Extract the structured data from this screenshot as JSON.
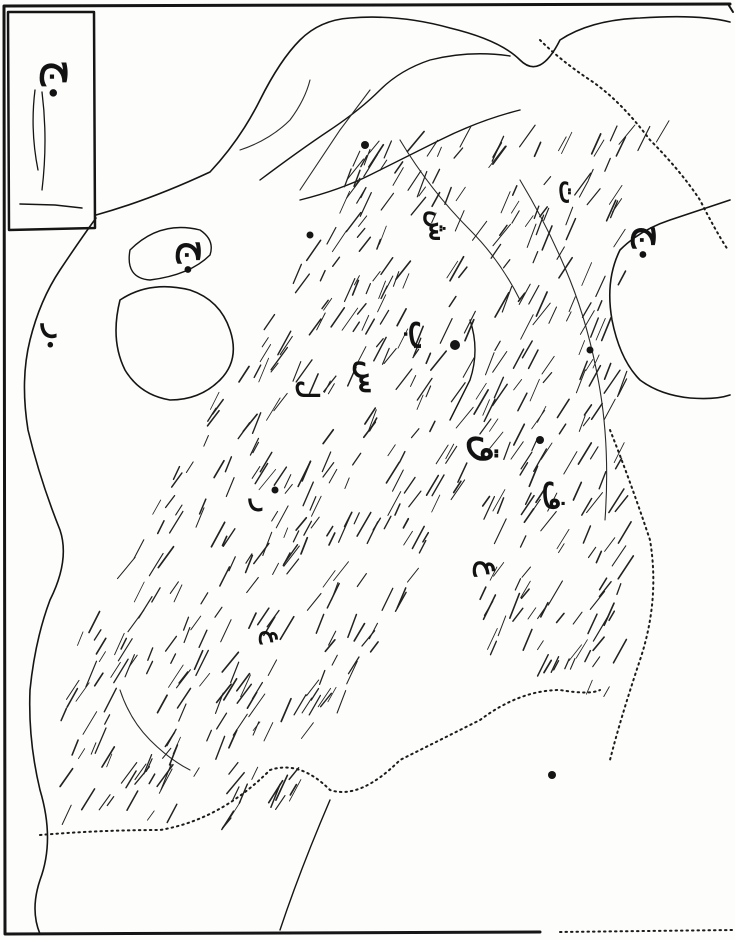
{
  "map": {
    "style": "hand-drawn ink sketch map with hatched relief and dotted borders",
    "ink_color": "#151515",
    "paper_color": "#fdfdfb",
    "orientation": "rotated 90 degrees (labels run vertically)",
    "labels": [
      {
        "id": "inset-title",
        "text": "ج."
      },
      {
        "id": "north-sea-label",
        "text": "ج."
      },
      {
        "id": "left-coast-label",
        "text": "ر."
      },
      {
        "id": "right-sea-label",
        "text": "ج."
      },
      {
        "id": "central-label-1",
        "text": "ش"
      },
      {
        "id": "central-label-2",
        "text": "ب"
      },
      {
        "id": "central-label-3",
        "text": "س"
      },
      {
        "id": "central-label-4",
        "text": "ل"
      },
      {
        "id": "central-label-5",
        "text": "ر"
      },
      {
        "id": "central-label-6",
        "text": "ع"
      },
      {
        "id": "east-label-1",
        "text": "ت"
      },
      {
        "id": "east-label-2",
        "text": "ق"
      },
      {
        "id": "south-label-1",
        "text": "ف"
      },
      {
        "id": "south-label-2",
        "text": "ع"
      }
    ]
  }
}
